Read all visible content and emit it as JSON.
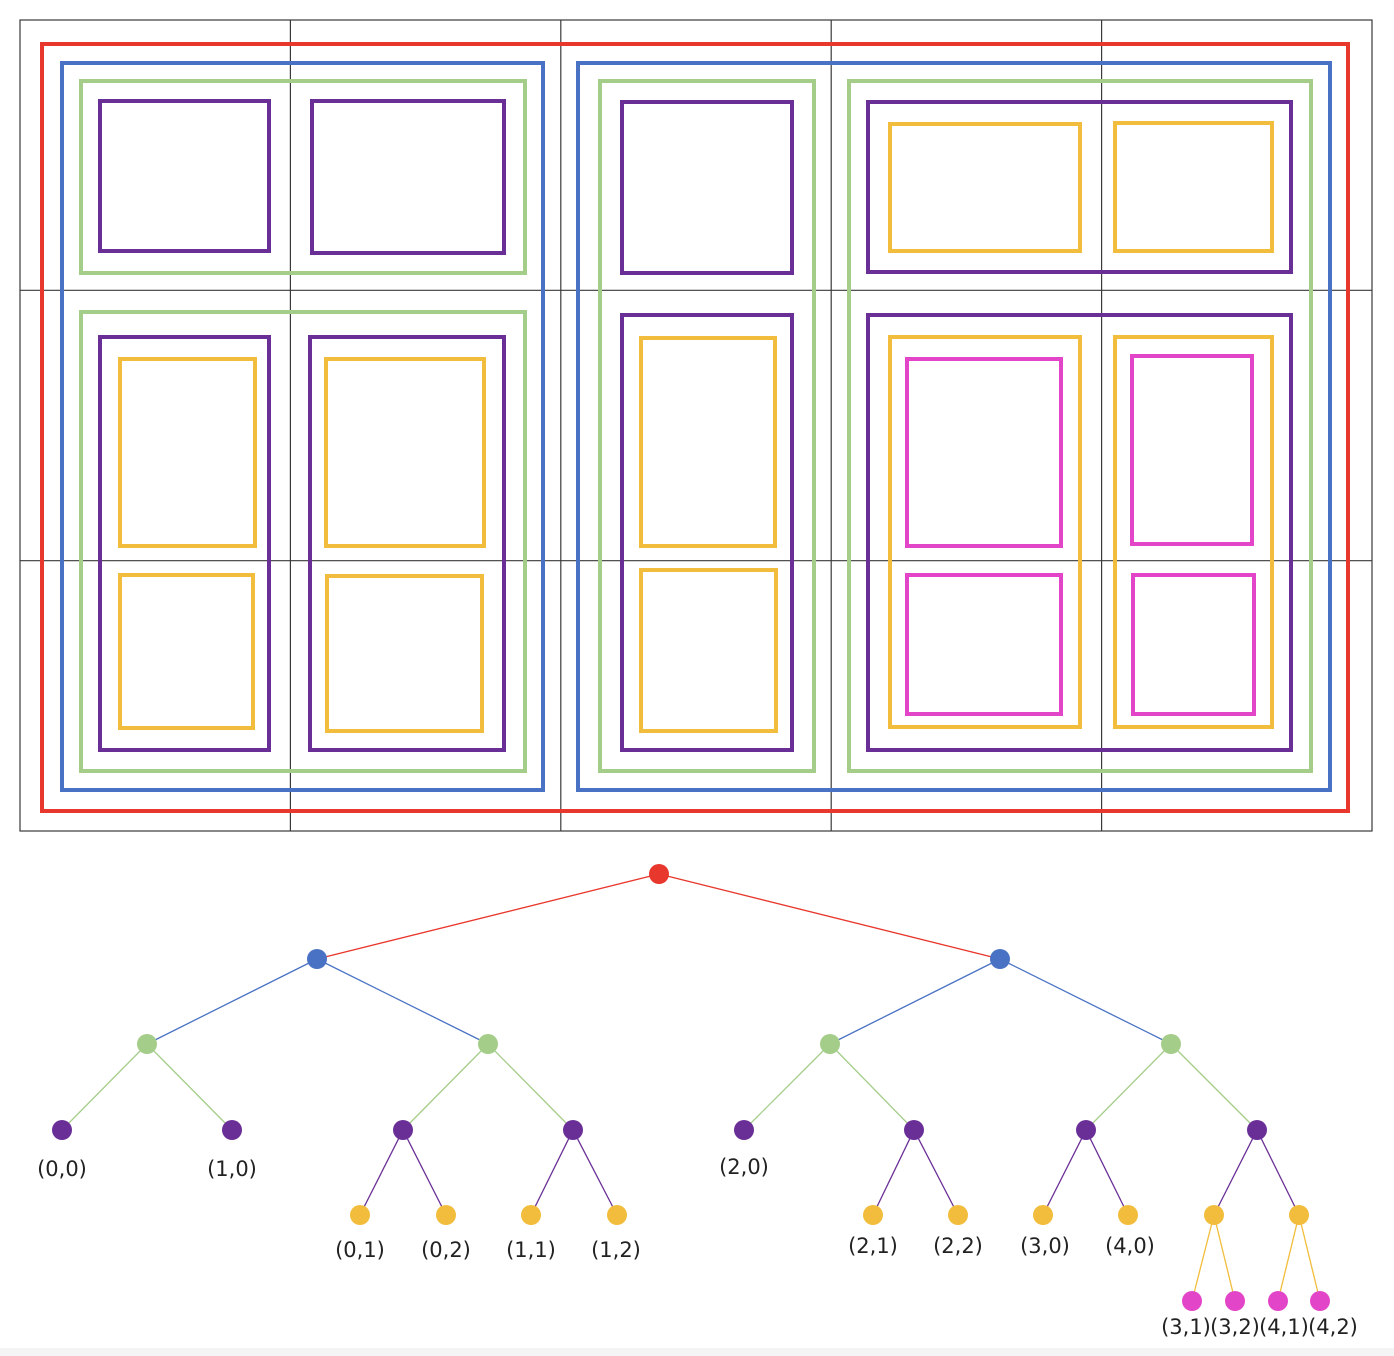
{
  "colors": {
    "grid": "#3a3a3a",
    "red": "#e8372c",
    "blue": "#4a72c4",
    "green": "#a5cd8a",
    "purple": "#6a2f97",
    "yellow": "#f2bd3c",
    "magenta": "#e245c8"
  },
  "grid": {
    "columns": 5,
    "rows": 3
  },
  "tree_levels": [
    "red",
    "blue",
    "green",
    "purple",
    "yellow",
    "magenta"
  ],
  "labels": {
    "n_0_0": "(0,0)",
    "n_1_0": "(1,0)",
    "n_0_1": "(0,1)",
    "n_0_2": "(0,2)",
    "n_1_1": "(1,1)",
    "n_1_2": "(1,2)",
    "n_2_0": "(2,0)",
    "n_2_1": "(2,1)",
    "n_2_2": "(2,2)",
    "n_3_0": "(3,0)",
    "n_4_0": "(4,0)",
    "n_3_1": "(3,1)",
    "n_3_2": "(3,2)",
    "n_4_1": "(4,1)",
    "n_4_2": "(4,2)"
  }
}
